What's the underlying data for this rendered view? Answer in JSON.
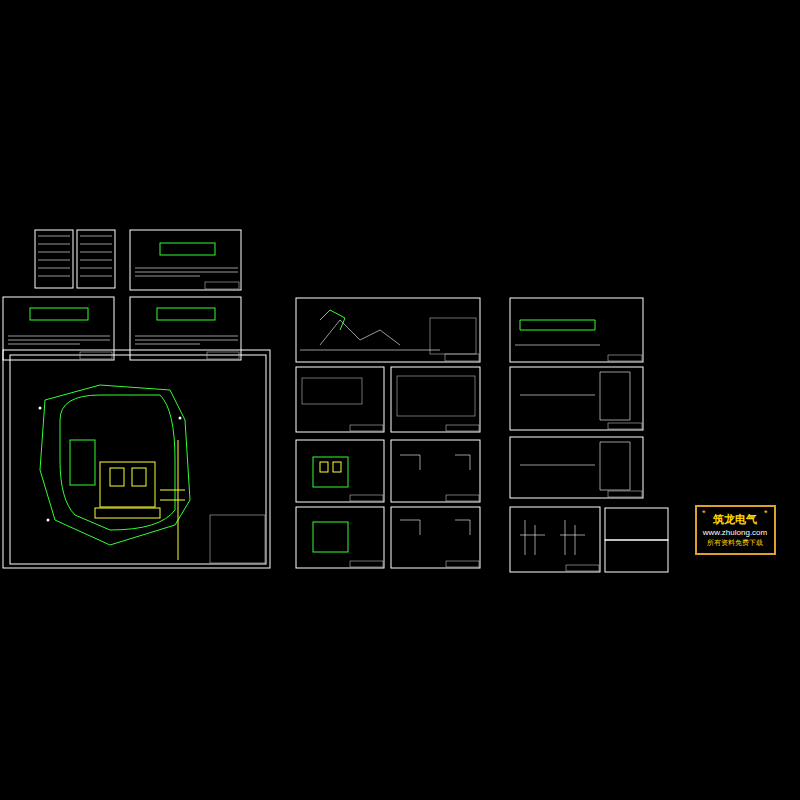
{
  "diagram": {
    "nodes": [
      {
        "text": [
          "筑龙电气",
          "www.zhulong.com",
          "所有资料免费下载"
        ]
      }
    ],
    "labels": [
      "*",
      "*"
    ]
  }
}
